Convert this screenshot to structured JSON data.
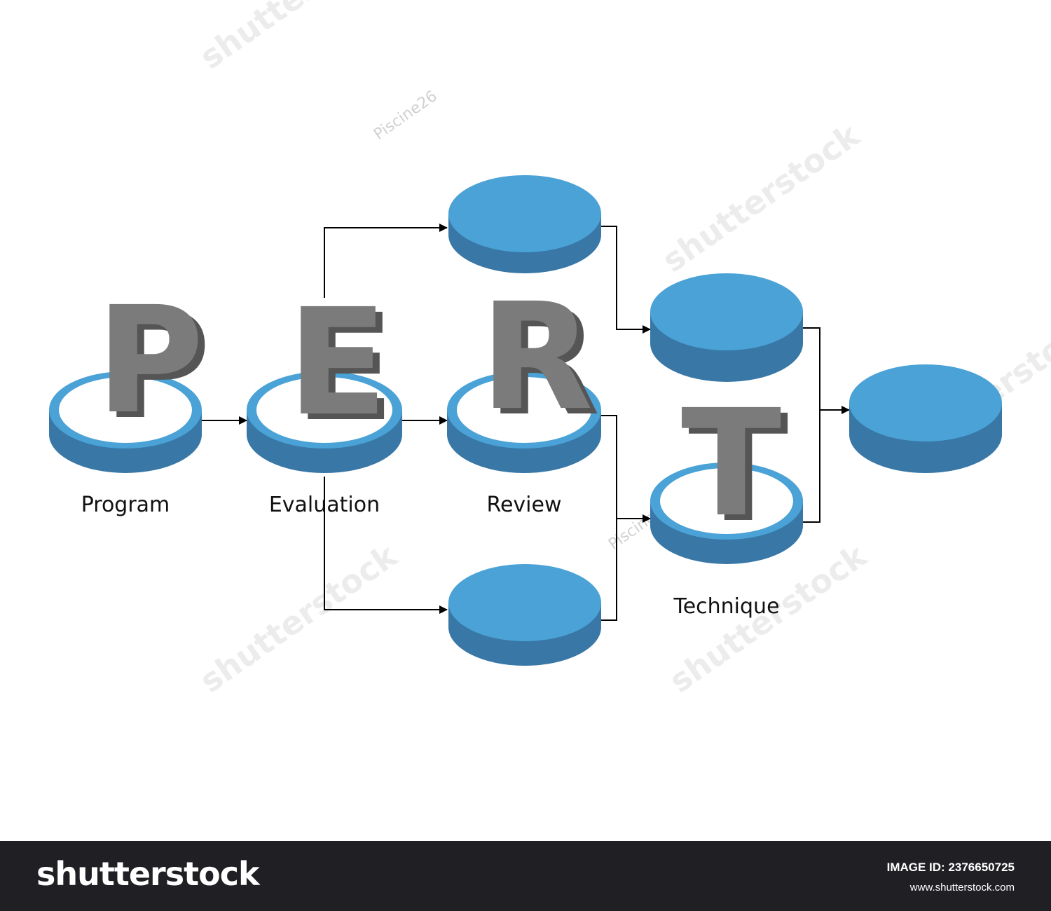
{
  "diagram": {
    "letters": [
      "P",
      "E",
      "R",
      "T"
    ],
    "labels": {
      "program": "Program",
      "evaluation": "Evaluation",
      "review": "Review",
      "technique": "Technique"
    }
  },
  "watermark": {
    "brand": "shutterstock",
    "contributor": "Piscine26"
  },
  "footer": {
    "logo": "shutterstock",
    "image_id": "IMAGE ID: 2376650725",
    "site": "www.shutterstock.com"
  },
  "colors": {
    "disc_top": "#4aa2d6",
    "disc_side": "#3877a6",
    "letter_face": "#7b7b7b",
    "letter_side": "#555555",
    "arrow": "#000000",
    "footer_bg": "#201f24"
  }
}
